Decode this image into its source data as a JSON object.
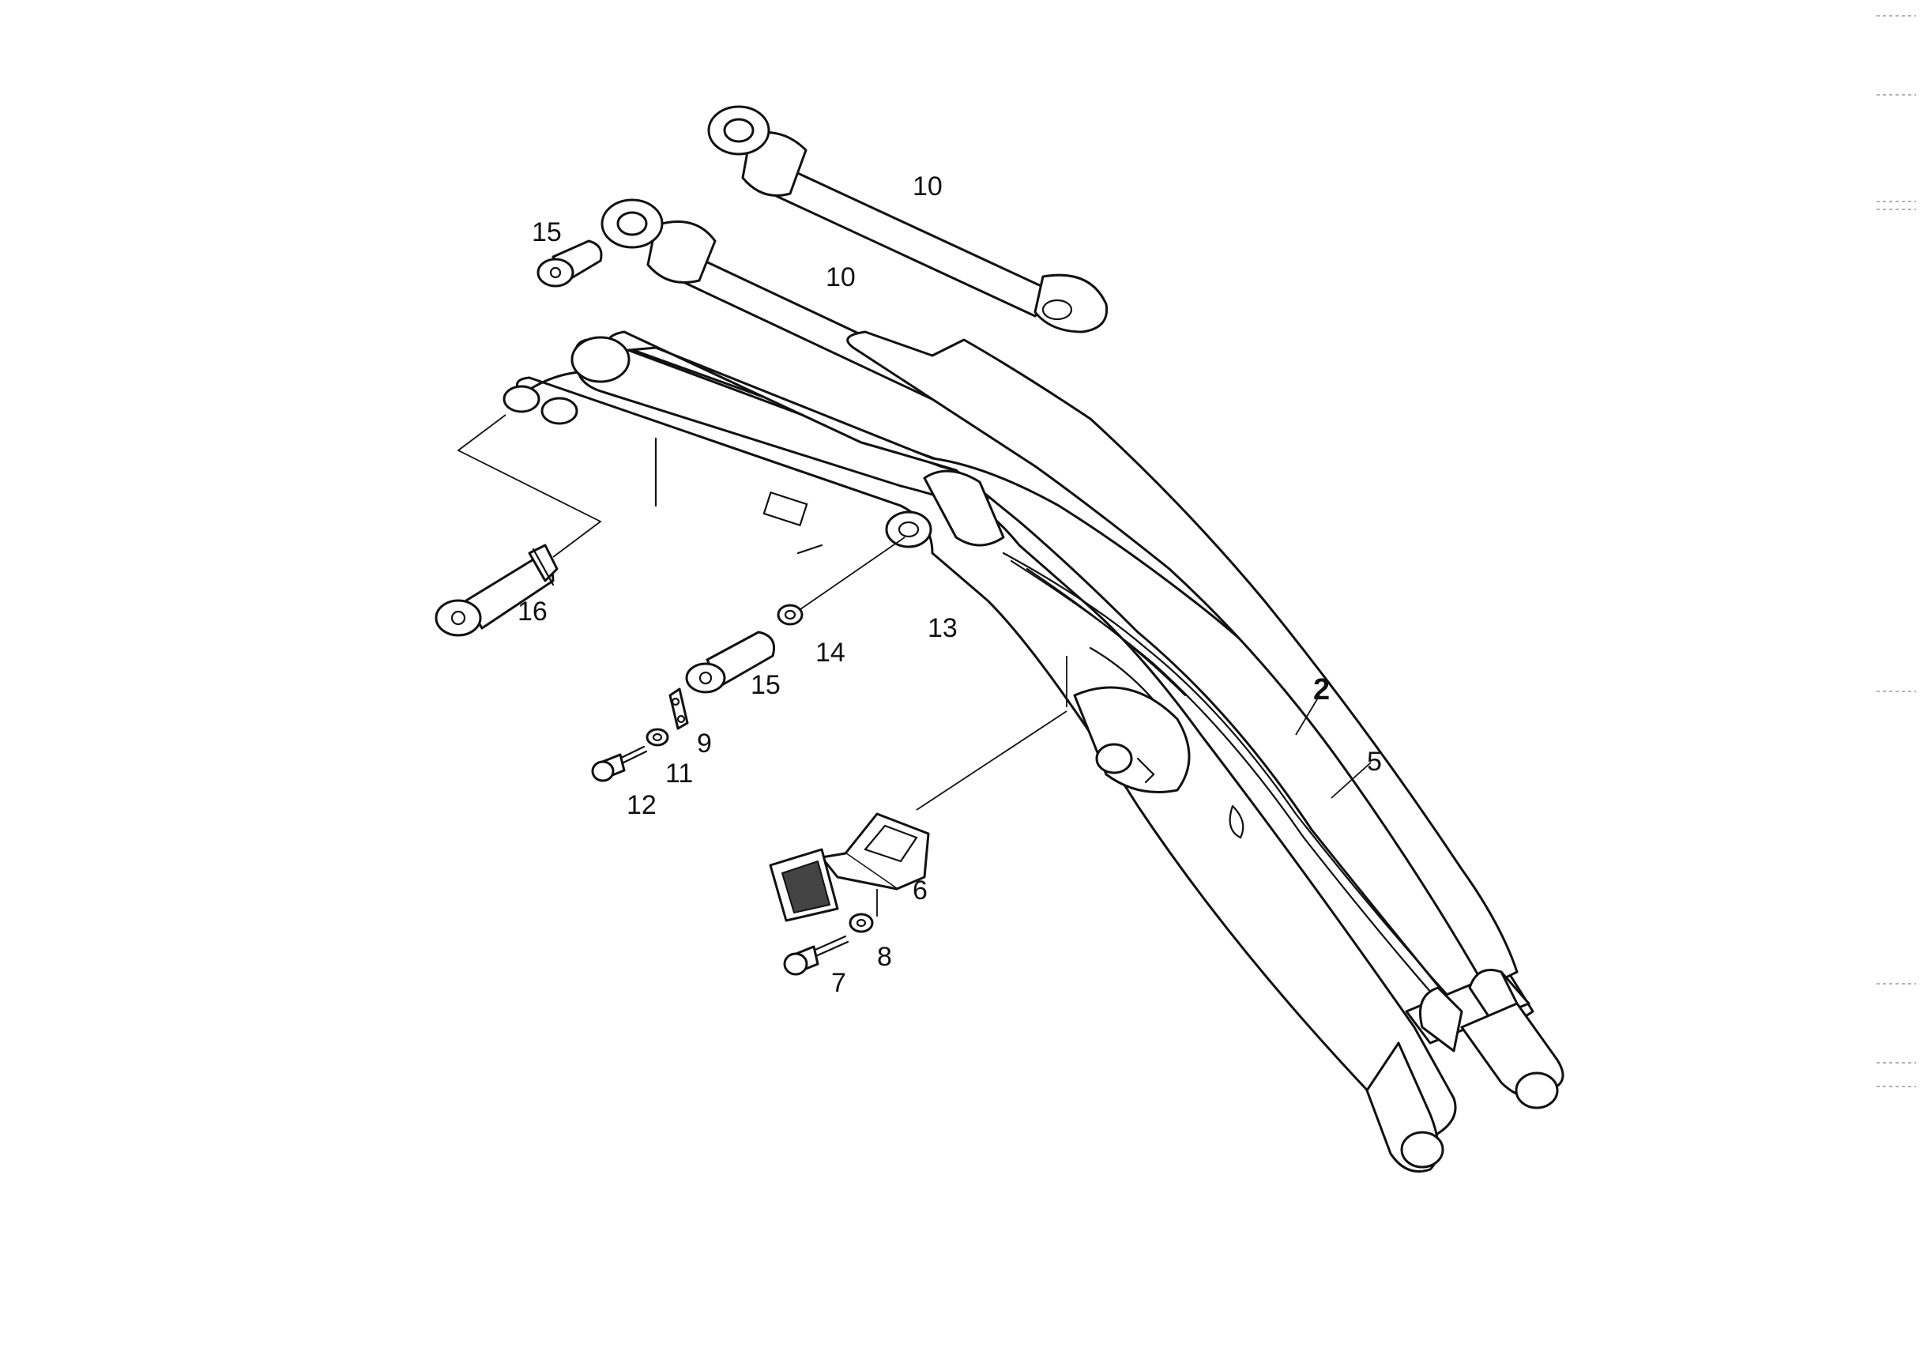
{
  "callouts": {
    "cylinder_upper": "10",
    "cylinder_lower": "10",
    "pin_upper": "15",
    "pin_lower": "15",
    "long_pin": "16",
    "washer": "14",
    "boom": "13",
    "arm": "2",
    "hose": "5",
    "plate": "9",
    "lock_washer": "11",
    "bolt_small": "12",
    "step": "6",
    "step_washer": "8",
    "step_bolt": "7"
  }
}
